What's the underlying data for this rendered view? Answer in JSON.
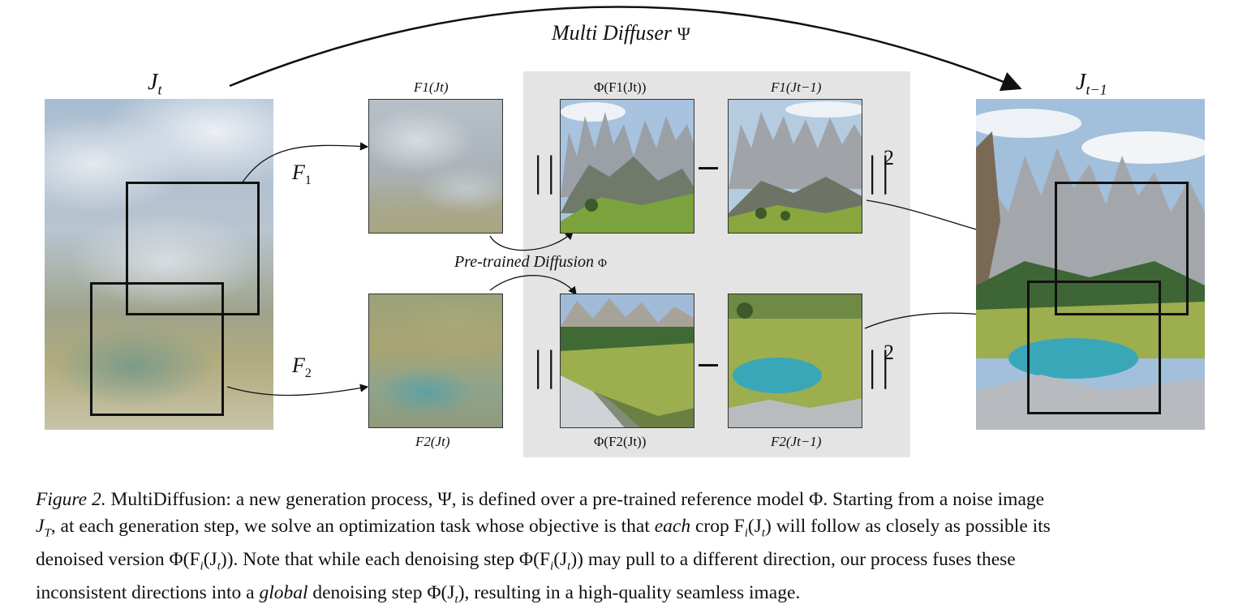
{
  "figure": {
    "title_label": "Multi Diffuser",
    "title_symbol": "Ψ",
    "left_image_label": "J",
    "left_image_sub": "t",
    "right_image_label": "J",
    "right_image_sub": "t−1",
    "crop_label_1": "F",
    "crop_label_1_sub": "1",
    "crop_label_2": "F",
    "crop_label_2_sub": "2",
    "top_crop_caption": "F1(Jt)",
    "bottom_crop_caption": "F2(Jt)",
    "phi_top_caption": "Φ(F1(Jt))",
    "target_top_caption": "F1(Jt−1)",
    "phi_bottom_caption": "Φ(F2(Jt))",
    "target_bottom_caption": "F2(Jt−1)",
    "pretrained_label": "Pre-trained Diffusion",
    "pretrained_symbol": "Φ",
    "norm_bars": "||",
    "norm_power": "2",
    "minus": "−"
  },
  "caption": {
    "figure_number": "Figure 2.",
    "line1": "MultiDiffusion: a new generation process, Ψ, is defined over a pre-trained reference model Φ. Starting from a noise image",
    "line2_a": "J",
    "line2_a_sub": "T",
    "line2_b": ", at each generation step, we solve an optimization task whose objective is that ",
    "line2_each": "each",
    "line2_c": " crop F",
    "line2_c_sub": "i",
    "line2_d": "(J",
    "line2_d_sub": "t",
    "line2_e": ") will follow as closely as possible its",
    "line3_a": "denoised version Φ(F",
    "line3_a_sub": "i",
    "line3_b": "(J",
    "line3_b_sub": "t",
    "line3_c": ")). Note that while each denoising step Φ(F",
    "line3_c_sub": "i",
    "line3_d": "(J",
    "line3_d_sub": "t",
    "line3_e": ")) may pull to a different direction, our process fuses these",
    "line4_a": "inconsistent directions into a ",
    "line4_global": "global",
    "line4_b": " denoising step Φ(J",
    "line4_b_sub": "t",
    "line4_c": "), resulting in a high-quality seamless image."
  },
  "colors": {
    "panel_gray": "#e4e4e4",
    "sky_blue": "#9fb6cc",
    "cloud_white": "#eef1f4",
    "meadow_green": "#8aa24a",
    "lake_teal": "#3aa7b8",
    "rock_gray": "#a7a9ad"
  }
}
